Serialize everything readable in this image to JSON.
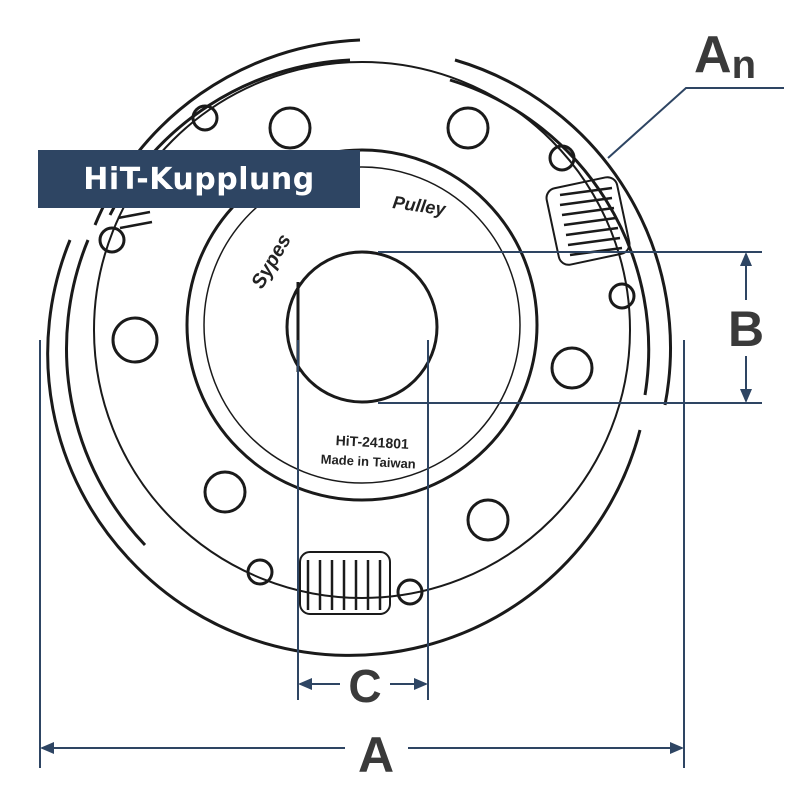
{
  "banner": {
    "text": "HiT-Kupplung",
    "bg_color": "#2e4563",
    "text_color": "#ffffff"
  },
  "part": {
    "model": "HiT-241801",
    "origin": "Made in Taiwan",
    "logo_text": "Sypes",
    "brand_text": "Pulley"
  },
  "dimensions": {
    "a_label": "A",
    "b_label": "B",
    "c_label": "C",
    "an_label_main": "A",
    "an_label_sub": "n"
  },
  "colors": {
    "dimension_line": "#2e4563",
    "label_gray": "#3a3a3a"
  }
}
